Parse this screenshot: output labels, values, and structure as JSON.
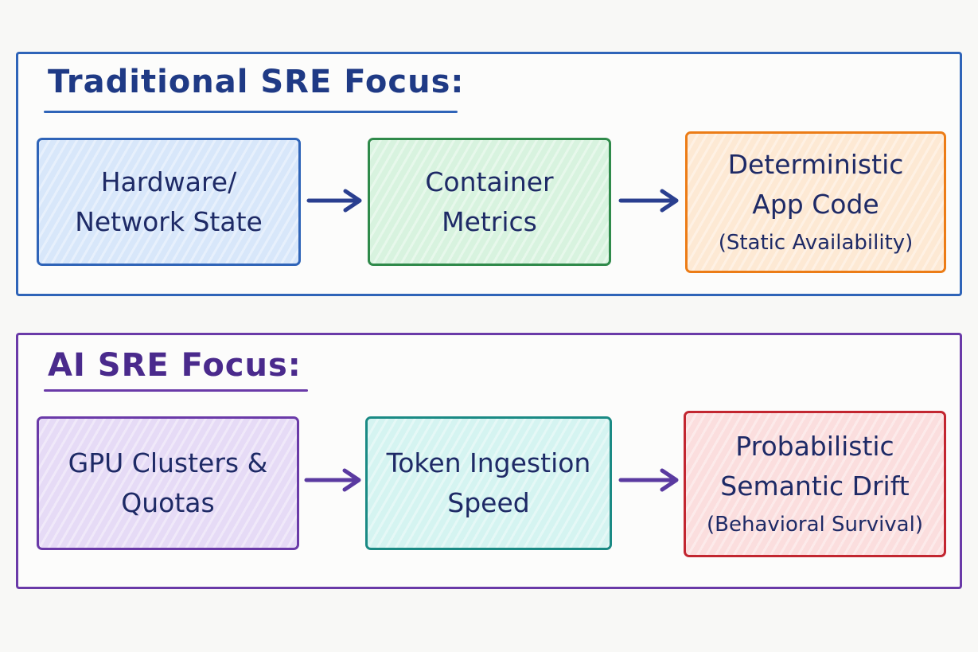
{
  "colors": {
    "traditional_frame": "#2f64b8",
    "ai_frame": "#6a3aa8",
    "title_traditional": "#1f3a85",
    "title_ai": "#4a2a8c",
    "text": "#1e2a66",
    "arrow_traditional": "#2a3f8f",
    "arrow_ai": "#5a3aa0"
  },
  "traditional": {
    "title": "Traditional SRE Focus:",
    "boxes": [
      {
        "lines": [
          "Hardware/",
          "Network State"
        ],
        "sub": "",
        "border": "#2f64b8",
        "fill": "#d8e7fa"
      },
      {
        "lines": [
          "Container",
          "Metrics"
        ],
        "sub": "",
        "border": "#2f8a4a",
        "fill": "#d8f3df"
      },
      {
        "lines": [
          "Deterministic",
          "App Code"
        ],
        "sub": "(Static Availability)",
        "border": "#ec7c16",
        "fill": "#fde9d4"
      }
    ]
  },
  "ai": {
    "title": "AI SRE Focus:",
    "boxes": [
      {
        "lines": [
          "GPU Clusters &",
          "Quotas"
        ],
        "sub": "",
        "border": "#6a3aa8",
        "fill": "#e6dbf6"
      },
      {
        "lines": [
          "Token Ingestion",
          "Speed"
        ],
        "sub": "",
        "border": "#1a8a84",
        "fill": "#d5f4f1"
      },
      {
        "lines": [
          "Probabilistic",
          "Semantic Drift"
        ],
        "sub": "(Behavioral Survival)",
        "border": "#c22630",
        "fill": "#fbdede"
      }
    ]
  }
}
